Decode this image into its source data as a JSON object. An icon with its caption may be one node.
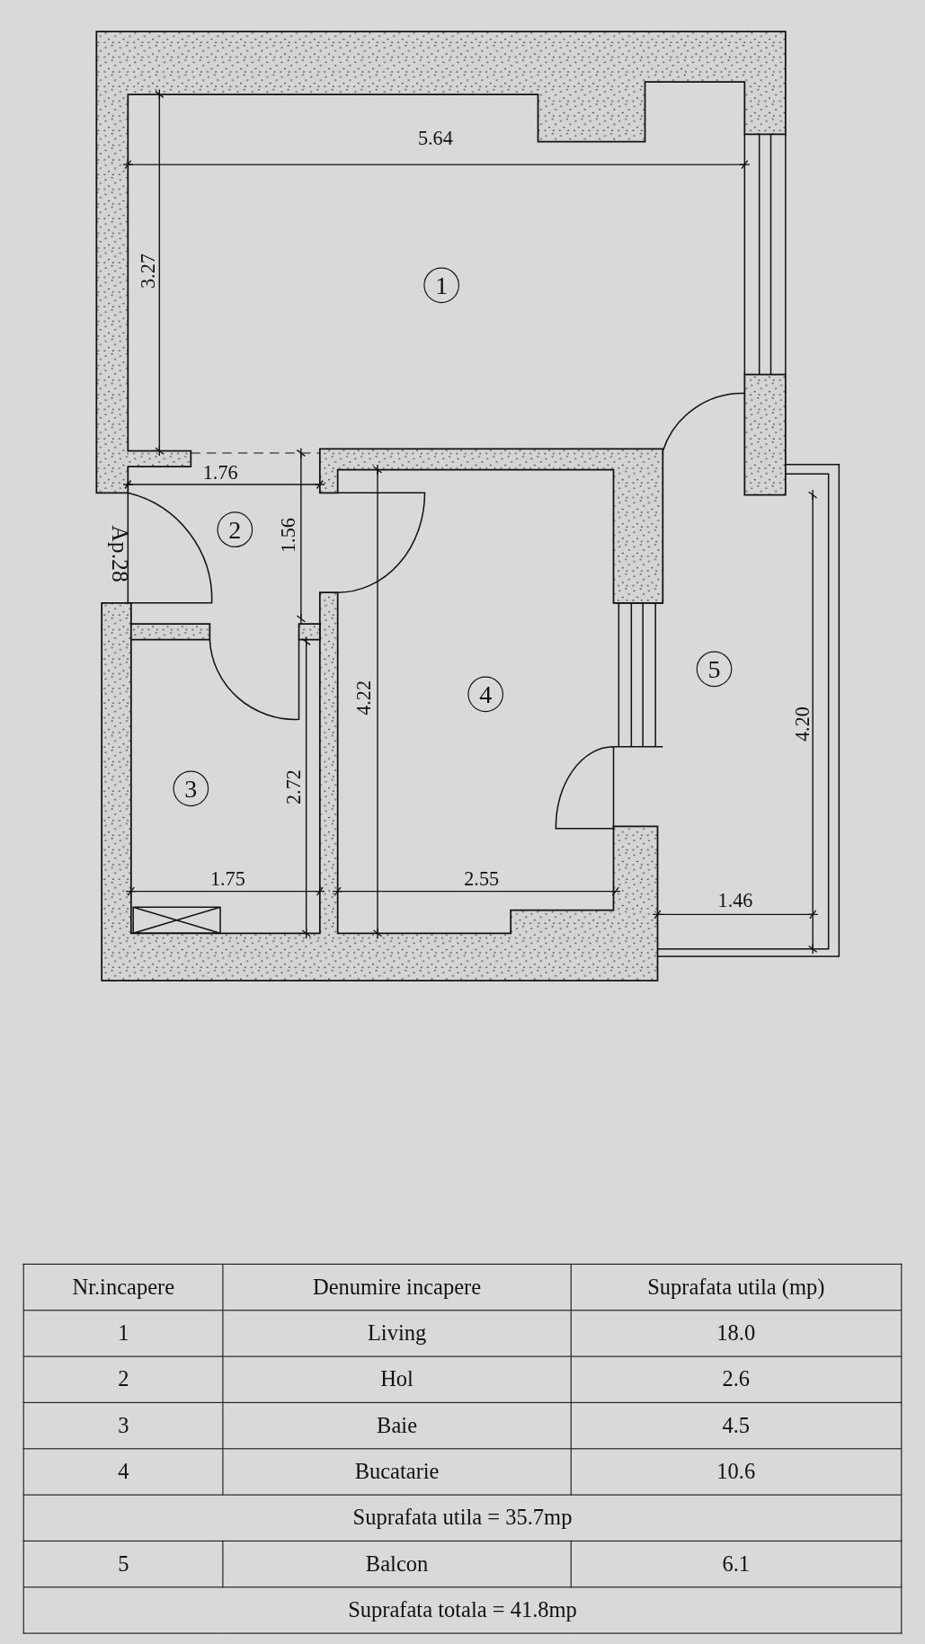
{
  "diagram": {
    "nodes": [
      {
        "text": [
          "1"
        ]
      },
      {
        "text": [
          "2"
        ]
      },
      {
        "text": [
          "3"
        ]
      },
      {
        "text": [
          "4"
        ]
      },
      {
        "text": [
          "5"
        ]
      }
    ],
    "labels": [
      "5.64",
      "3.27",
      "1.76",
      "1.56",
      "Ap.28",
      "4.22",
      "4.20",
      "2.72",
      "1.75",
      "2.55",
      "1.46",
      "Nr.incapere",
      "Denumire incapere",
      "Suprafata utila (mp)",
      "1",
      "Living",
      "18.0",
      "2",
      "Hol",
      "2.6",
      "3",
      "Baie",
      "4.5",
      "4",
      "Bucatarie",
      "10.6",
      "Suprafata utila = 35.7mp",
      "5",
      "Balcon",
      "6.1",
      "Suprafata totala = 41.8mp"
    ]
  }
}
